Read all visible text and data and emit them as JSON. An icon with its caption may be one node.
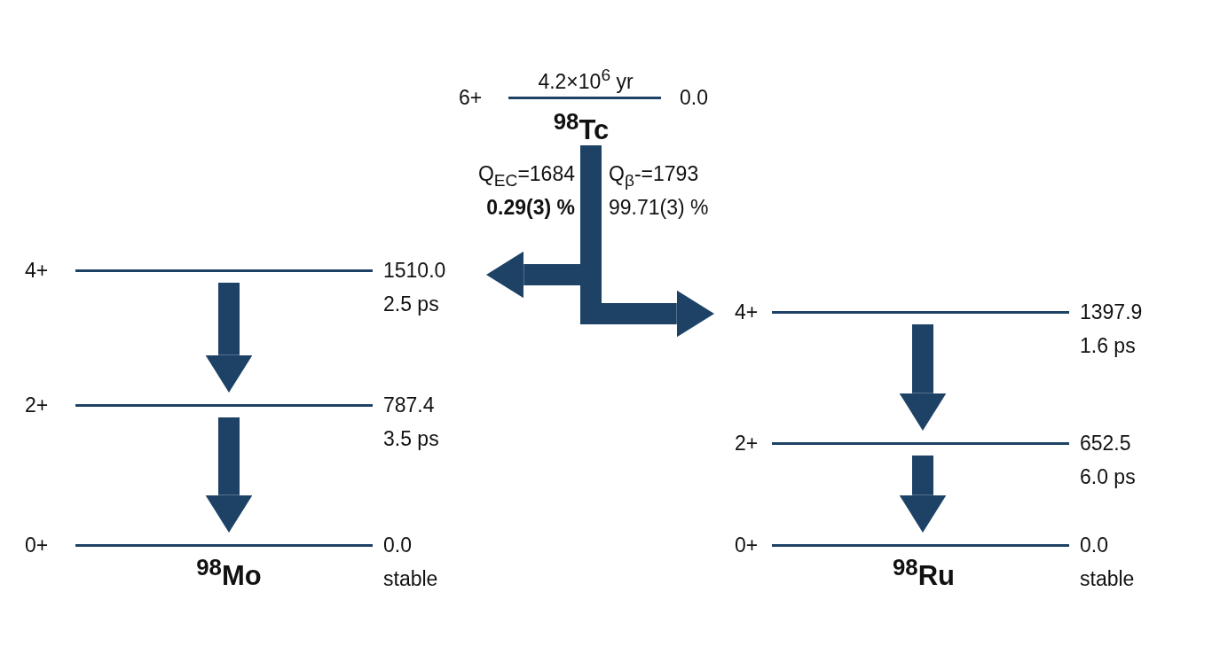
{
  "diagram": {
    "nodes": [
      {
        "text": [
          "$^{98}$Tc"
        ],
        "beside": [
          "6+",
          "0.0",
          "4.2×10$^{6}$ yr"
        ]
      },
      {
        "text": [],
        "shape": "bar",
        "beside": [
          "4+",
          "1510.0",
          "2.5 ps"
        ]
      },
      {
        "text": [],
        "shape": "bar",
        "beside": [
          "2+",
          "787.4",
          "3.5 ps"
        ]
      },
      {
        "text": [
          "$^{98}$Mo"
        ],
        "beside": [
          "0+",
          "0.0",
          "stable"
        ]
      },
      {
        "text": [],
        "shape": "bar",
        "beside": [
          "4+",
          "1397.9",
          "1.6 ps"
        ]
      },
      {
        "text": [],
        "shape": "bar",
        "beside": [
          "2+",
          "652.5",
          "6.0 ps"
        ]
      },
      {
        "text": [
          "$^{98}$Ru"
        ],
        "beside": [
          "0+",
          "0.0",
          "stable"
        ]
      }
    ],
    "edges": [
      {
        "from": 0,
        "to": 1,
        "arrow": "to"
      },
      {
        "from": 0,
        "to": 4,
        "arrow": "to"
      },
      {
        "from": 1,
        "to": 2,
        "arrow": "to"
      },
      {
        "from": 2,
        "to": 3,
        "arrow": "to"
      },
      {
        "from": 4,
        "to": 5,
        "arrow": "to"
      },
      {
        "from": 5,
        "to": 6,
        "arrow": "to"
      }
    ],
    "labels": [
      "Q$_{EC}$=1684",
      "Q$_{β}$-=1793",
      "0.29(3) %",
      "99.71(3) %"
    ]
  }
}
